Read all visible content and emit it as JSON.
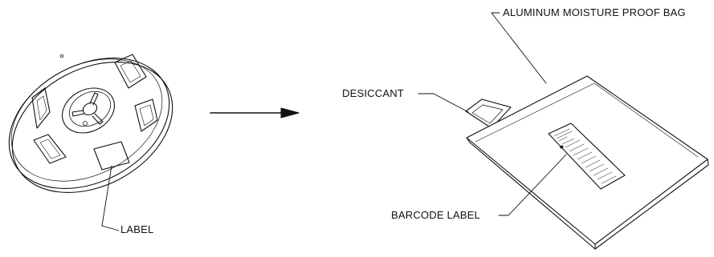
{
  "callouts": {
    "bag": "ALUMINUM MOISTURE PROOF BAG",
    "desiccant": "DESICCANT",
    "barcode_label": "BARCODE LABEL",
    "label": "LABEL"
  },
  "colors": {
    "line": "#111111",
    "background": "#ffffff"
  }
}
